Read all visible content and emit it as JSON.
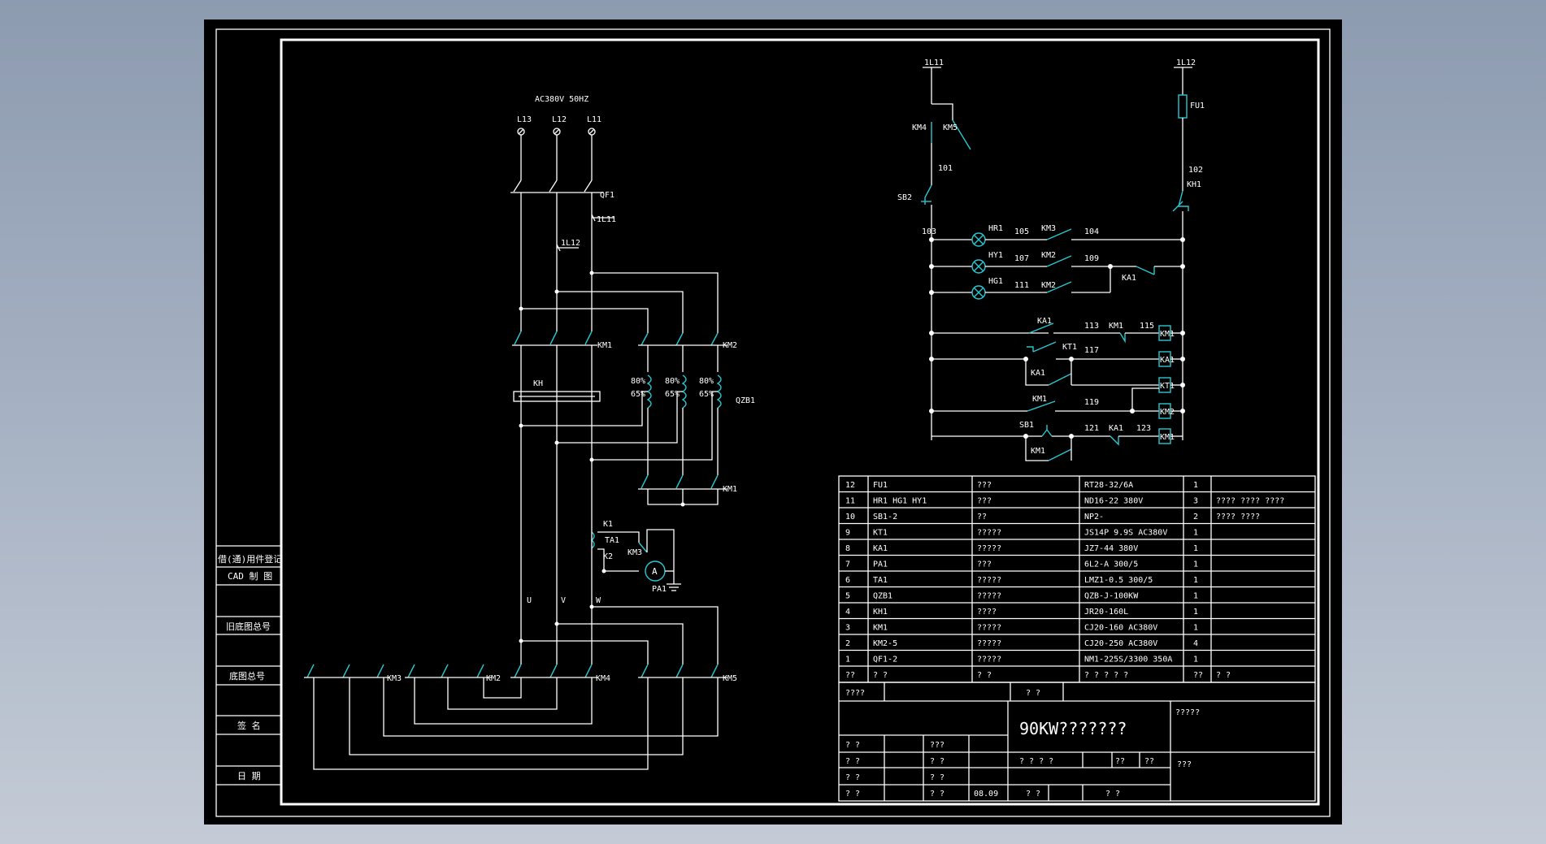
{
  "viewer": {
    "background_top": "#8d9bb0",
    "background_bottom": "#c4cbd6",
    "sheet_color": "#000000",
    "line_color": "#ffffff",
    "accent_color": "#28c8d0"
  },
  "side_panel": [
    "借(通)用件登记",
    "CAD 制 图",
    "旧底图总号",
    "底图总号",
    "签 名",
    "日 期"
  ],
  "power": {
    "supply": "AC380V 50HZ",
    "phases": [
      "L13",
      "L12",
      "L11"
    ],
    "breaker": "QF1",
    "tap1": "1L11",
    "tap2": "1L12",
    "km1": "KM1",
    "km2": "KM2",
    "kh": "KH",
    "qzb": "QZB1",
    "taps": [
      "80%",
      "65%"
    ],
    "km_bottom": "KM1",
    "ta_k1": "K1",
    "ta1": "TA1",
    "ta_k2": "K2",
    "ta_km": "KM3",
    "ammeter": "A",
    "pa1": "PA1",
    "phase_u": "U",
    "phase_v": "V",
    "phase_w": "W",
    "bottom_km": [
      "KM3",
      "KM2",
      "KM4",
      "KM5"
    ]
  },
  "control": {
    "top_left": "1L11",
    "top_right": "1L12",
    "fu1": "FU1",
    "km4": "KM4",
    "km5": "KM5",
    "n101": "101",
    "n102": "102",
    "kh1": "KH1",
    "sb2": "SB2",
    "n103": "103",
    "rows": [
      {
        "lamp": "HR1",
        "node": "105",
        "contact": "KM3",
        "end": "104"
      },
      {
        "lamp": "HY1",
        "node": "107",
        "contact": "KM2",
        "end": "109"
      },
      {
        "lamp": "HG1",
        "node": "111",
        "contact": "KM2",
        "end": ""
      }
    ],
    "ka1_top": "KA1",
    "ka1_r3": "KA1",
    "n113": "113",
    "km1_r4": "KM1",
    "n115": "115",
    "kt1": "KT1",
    "n117": "117",
    "ka1_r5": "KA1",
    "km1_r6": "KM1",
    "n119": "119",
    "sb1": "SB1",
    "n121": "121",
    "ka1_r7": "KA1",
    "n123": "123",
    "km1_r7": "KM1",
    "coils": [
      "KM1",
      "KA1",
      "KT1",
      "KM2",
      "KM1"
    ]
  },
  "bom": {
    "rows": [
      {
        "no": "12",
        "code": "FU1",
        "name": "???",
        "spec": "RT28-32/6A",
        "qty": "1",
        "note": ""
      },
      {
        "no": "11",
        "code": "HR1 HG1 HY1",
        "name": "???",
        "spec": "ND16-22 380V",
        "qty": "3",
        "note": "???? ???? ????"
      },
      {
        "no": "10",
        "code": "SB1-2",
        "name": "??",
        "spec": "NP2-",
        "qty": "2",
        "note": "???? ????"
      },
      {
        "no": "9",
        "code": "KT1",
        "name": "?????",
        "spec": "JS14P 9.9S AC380V",
        "qty": "1",
        "note": ""
      },
      {
        "no": "8",
        "code": "KA1",
        "name": "?????",
        "spec": "JZ7-44 380V",
        "qty": "1",
        "note": ""
      },
      {
        "no": "7",
        "code": "PA1",
        "name": "???",
        "spec": "6L2-A 300/5",
        "qty": "1",
        "note": ""
      },
      {
        "no": "6",
        "code": "TA1",
        "name": "?????",
        "spec": "LMZ1-0.5 300/5",
        "qty": "1",
        "note": ""
      },
      {
        "no": "5",
        "code": "QZB1",
        "name": "?????",
        "spec": "QZB-J-100KW",
        "qty": "1",
        "note": ""
      },
      {
        "no": "4",
        "code": "KH1",
        "name": "????",
        "spec": "JR20-160L",
        "qty": "1",
        "note": ""
      },
      {
        "no": "3",
        "code": "KM1",
        "name": "?????",
        "spec": "CJ20-160 AC380V",
        "qty": "1",
        "note": ""
      },
      {
        "no": "2",
        "code": "KM2-5",
        "name": "?????",
        "spec": "CJ20-250 AC380V",
        "qty": "4",
        "note": ""
      },
      {
        "no": "1",
        "code": "QF1-2",
        "name": "?????",
        "spec": "NM1-225S/3300 350A",
        "qty": "1",
        "note": ""
      }
    ],
    "header": {
      "no": "??",
      "code": "?   ?",
      "name": "?   ?",
      "spec": "? ? ? ? ?",
      "qty": "??",
      "note": "?   ?"
    }
  },
  "title_block": {
    "r1_a": "????",
    "r1_b": "? ?",
    "title": "90KW???????",
    "company": "?????",
    "roles": [
      "? ?",
      "? ?",
      "? ?",
      "? ?"
    ],
    "r1_c": "???",
    "stamp": [
      "? ?",
      "? ?",
      "? ?"
    ],
    "date": "08.09",
    "scale": "? ? ? ?",
    "mid_a": "??",
    "mid_b": "??",
    "bot_a": "?  ?",
    "bot_b": "?  ?",
    "drawing_no": "???"
  }
}
